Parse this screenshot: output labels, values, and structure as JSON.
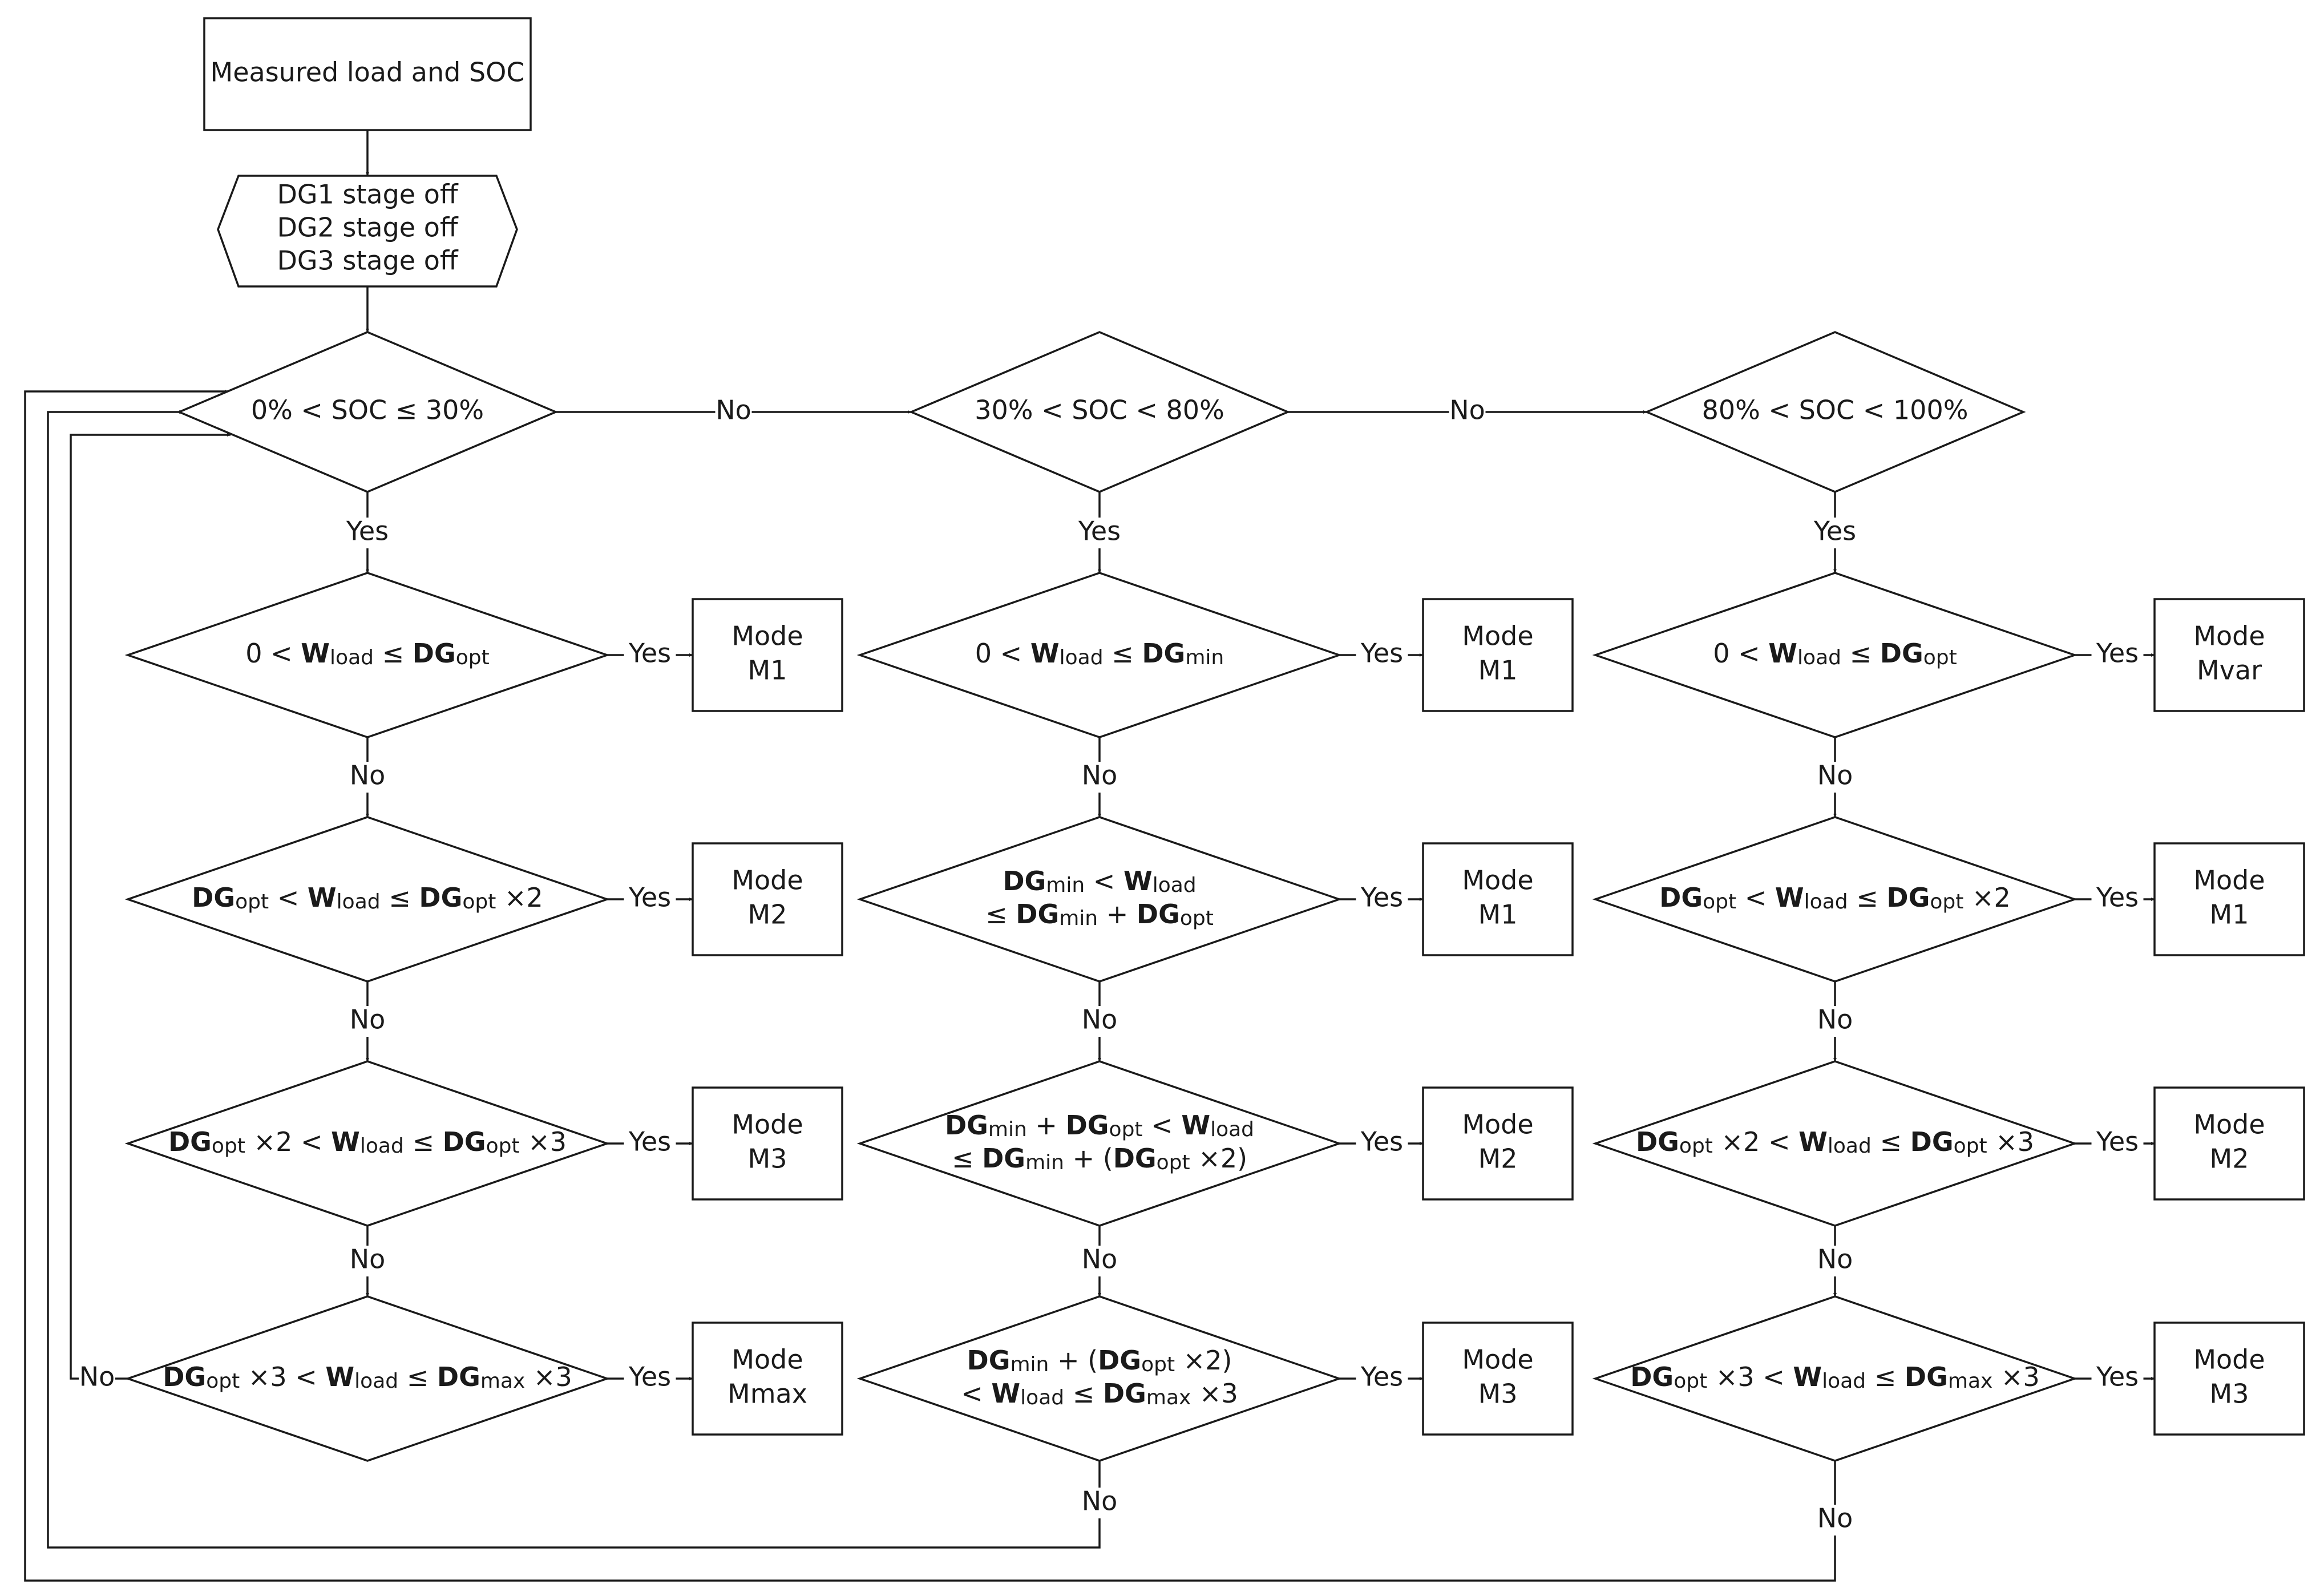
{
  "start": {
    "text": "Measured load and SOC"
  },
  "prep": {
    "lines": [
      "DG1 stage off",
      "DG2 stage off",
      "DG3 stage off"
    ]
  },
  "soc_conditions": [
    "0% < SOC ≤ 30%",
    "30% < SOC < 80%",
    "80% < SOC < 100%"
  ],
  "labels": {
    "yes": "Yes",
    "no": "No"
  },
  "mode_word": "Mode",
  "columns": [
    {
      "conditions": [
        [
          [
            [
              "0 < ",
              ""
            ],
            [
              "W",
              "b"
            ],
            [
              "load",
              "s"
            ],
            [
              " ≤ ",
              ""
            ],
            [
              "DG",
              "b"
            ],
            [
              "opt",
              "s"
            ]
          ]
        ],
        [
          [
            [
              "DG",
              "b"
            ],
            [
              "opt",
              "s"
            ],
            [
              " < ",
              ""
            ],
            [
              "W",
              "b"
            ],
            [
              "load",
              "s"
            ],
            [
              " ≤ ",
              ""
            ],
            [
              "DG",
              "b"
            ],
            [
              "opt",
              "s"
            ],
            [
              " ×2",
              ""
            ]
          ]
        ],
        [
          [
            [
              "DG",
              "b"
            ],
            [
              "opt",
              "s"
            ],
            [
              " ×2 < ",
              ""
            ],
            [
              "W",
              "b"
            ],
            [
              "load",
              "s"
            ],
            [
              " ≤ ",
              ""
            ],
            [
              "DG",
              "b"
            ],
            [
              "opt",
              "s"
            ],
            [
              " ×3",
              ""
            ]
          ]
        ],
        [
          [
            [
              "DG",
              "b"
            ],
            [
              "opt",
              "s"
            ],
            [
              " ×3 < ",
              ""
            ],
            [
              "W",
              "b"
            ],
            [
              "load",
              "s"
            ],
            [
              " ≤ ",
              ""
            ],
            [
              "DG",
              "b"
            ],
            [
              "max",
              "s"
            ],
            [
              " ×3",
              ""
            ]
          ]
        ]
      ],
      "modes": [
        "M1",
        "M2",
        "M3",
        "Mmax"
      ]
    },
    {
      "conditions": [
        [
          [
            [
              "0 < ",
              ""
            ],
            [
              "W",
              "b"
            ],
            [
              "load",
              "s"
            ],
            [
              " ≤ ",
              ""
            ],
            [
              "DG",
              "b"
            ],
            [
              "min",
              "s"
            ]
          ]
        ],
        [
          [
            [
              "DG",
              "b"
            ],
            [
              "min",
              "s"
            ],
            [
              " < ",
              ""
            ],
            [
              "W",
              "b"
            ],
            [
              "load",
              "s"
            ]
          ],
          [
            [
              "≤ ",
              ""
            ],
            [
              "DG",
              "b"
            ],
            [
              "min",
              "s"
            ],
            [
              " + ",
              ""
            ],
            [
              "DG",
              "b"
            ],
            [
              "opt",
              "s"
            ]
          ]
        ],
        [
          [
            [
              "DG",
              "b"
            ],
            [
              "min",
              "s"
            ],
            [
              " + ",
              ""
            ],
            [
              "DG",
              "b"
            ],
            [
              "opt",
              "s"
            ],
            [
              " < ",
              ""
            ],
            [
              "W",
              "b"
            ],
            [
              "load",
              "s"
            ]
          ],
          [
            [
              "≤ ",
              ""
            ],
            [
              "DG",
              "b"
            ],
            [
              "min",
              "s"
            ],
            [
              " + (",
              ""
            ],
            [
              "DG",
              "b"
            ],
            [
              "opt",
              "s"
            ],
            [
              " ×2)",
              ""
            ]
          ]
        ],
        [
          [
            [
              "DG",
              "b"
            ],
            [
              "min",
              "s"
            ],
            [
              " + (",
              ""
            ],
            [
              "DG",
              "b"
            ],
            [
              "opt",
              "s"
            ],
            [
              " ×2)",
              ""
            ]
          ],
          [
            [
              "< ",
              ""
            ],
            [
              "W",
              "b"
            ],
            [
              "load",
              "s"
            ],
            [
              " ≤ ",
              ""
            ],
            [
              "DG",
              "b"
            ],
            [
              "max",
              "s"
            ],
            [
              " ×3",
              ""
            ]
          ]
        ]
      ],
      "modes": [
        "M1",
        "M1",
        "M2",
        "M3"
      ]
    },
    {
      "conditions": [
        [
          [
            [
              "0 < ",
              ""
            ],
            [
              "W",
              "b"
            ],
            [
              "load",
              "s"
            ],
            [
              " ≤ ",
              ""
            ],
            [
              "DG",
              "b"
            ],
            [
              "opt",
              "s"
            ]
          ]
        ],
        [
          [
            [
              "DG",
              "b"
            ],
            [
              "opt",
              "s"
            ],
            [
              " < ",
              ""
            ],
            [
              "W",
              "b"
            ],
            [
              "load",
              "s"
            ],
            [
              " ≤ ",
              ""
            ],
            [
              "DG",
              "b"
            ],
            [
              "opt",
              "s"
            ],
            [
              " ×2",
              ""
            ]
          ]
        ],
        [
          [
            [
              "DG",
              "b"
            ],
            [
              "opt",
              "s"
            ],
            [
              " ×2 < ",
              ""
            ],
            [
              "W",
              "b"
            ],
            [
              "load",
              "s"
            ],
            [
              " ≤ ",
              ""
            ],
            [
              "DG",
              "b"
            ],
            [
              "opt",
              "s"
            ],
            [
              " ×3",
              ""
            ]
          ]
        ],
        [
          [
            [
              "DG",
              "b"
            ],
            [
              "opt",
              "s"
            ],
            [
              " ×3 < ",
              ""
            ],
            [
              "W",
              "b"
            ],
            [
              "load",
              "s"
            ],
            [
              " ≤ ",
              ""
            ],
            [
              "DG",
              "b"
            ],
            [
              "max",
              "s"
            ],
            [
              " ×3",
              ""
            ]
          ]
        ]
      ],
      "modes": [
        "Mvar",
        "M1",
        "M2",
        "M3"
      ]
    }
  ]
}
